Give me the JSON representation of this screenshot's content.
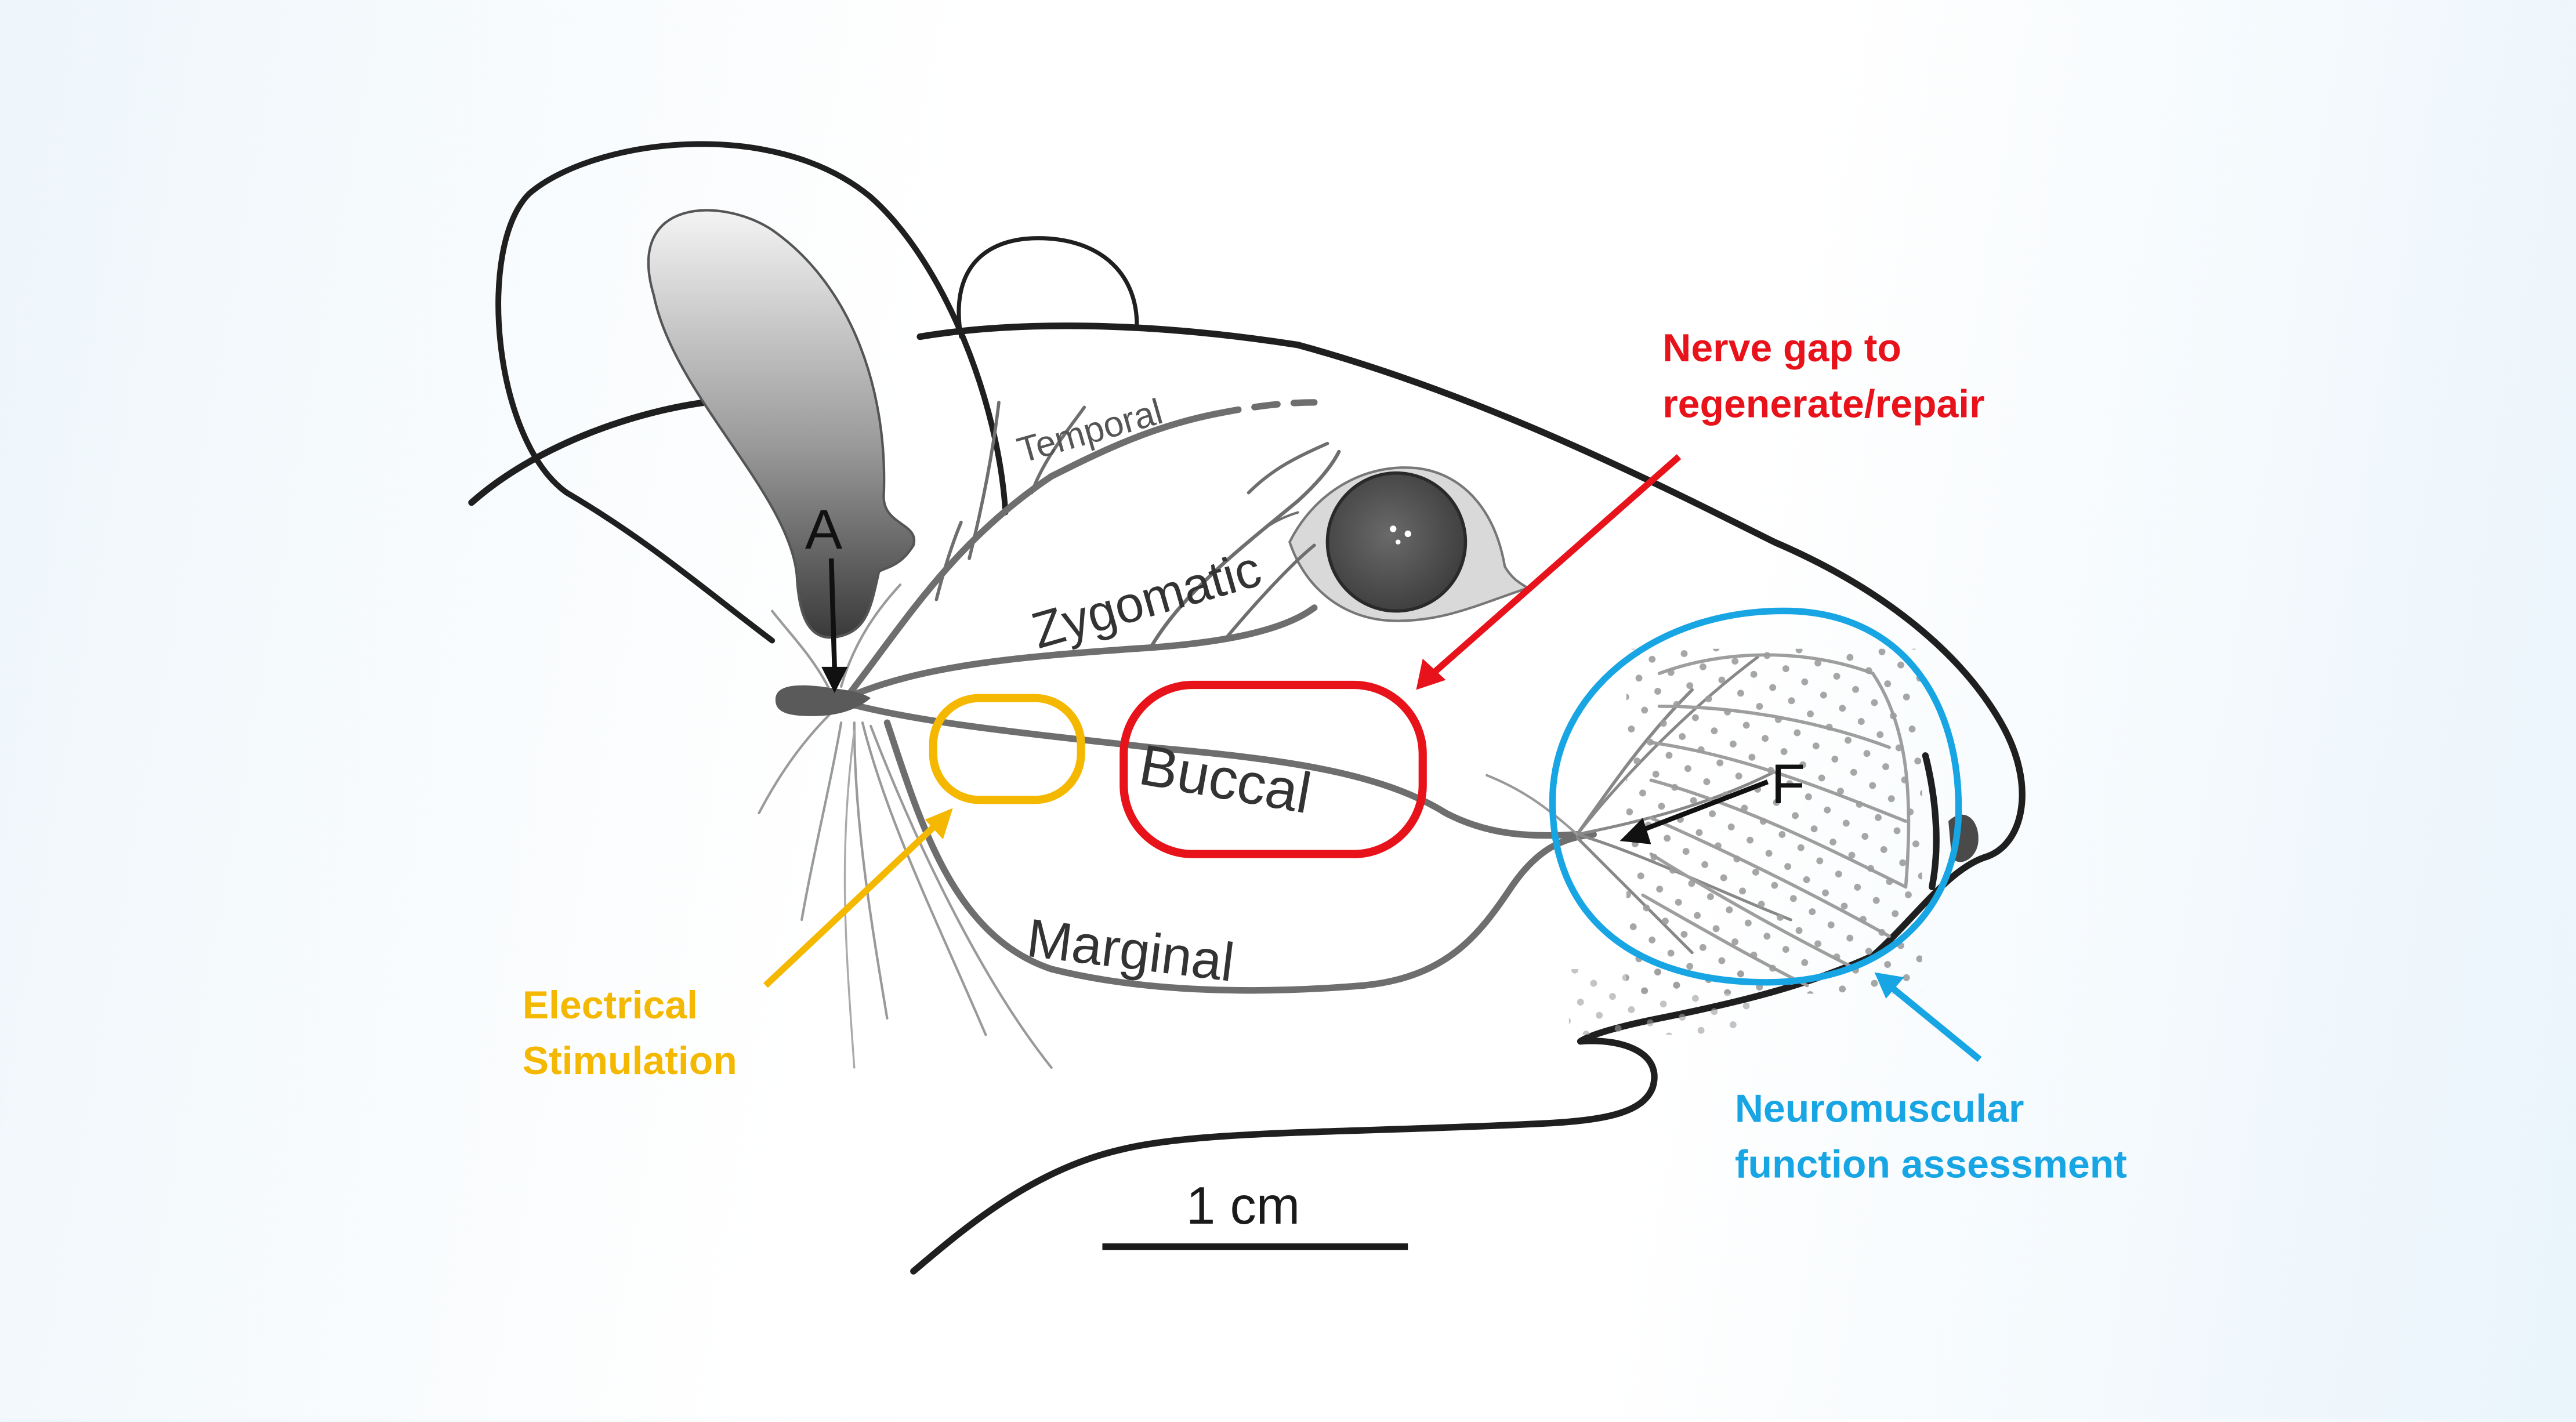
{
  "nerve_labels": {
    "temporal": "Temporal",
    "zygomatic": "Zygomatic",
    "buccal": "Buccal",
    "marginal": "Marginal"
  },
  "point_labels": {
    "a": "A",
    "f": "F"
  },
  "scale_bar": {
    "label": "1 cm"
  },
  "annotations": {
    "nerve_gap": {
      "line1": "Nerve gap to",
      "line2": "regenerate/repair",
      "color": "#e8121b"
    },
    "electrical_stimulation": {
      "line1": "Electrical",
      "line2": "Stimulation",
      "color": "#f5b800"
    },
    "neuromuscular": {
      "line1": "Neuromuscular",
      "line2": "function assessment",
      "color": "#17a5e3"
    }
  }
}
